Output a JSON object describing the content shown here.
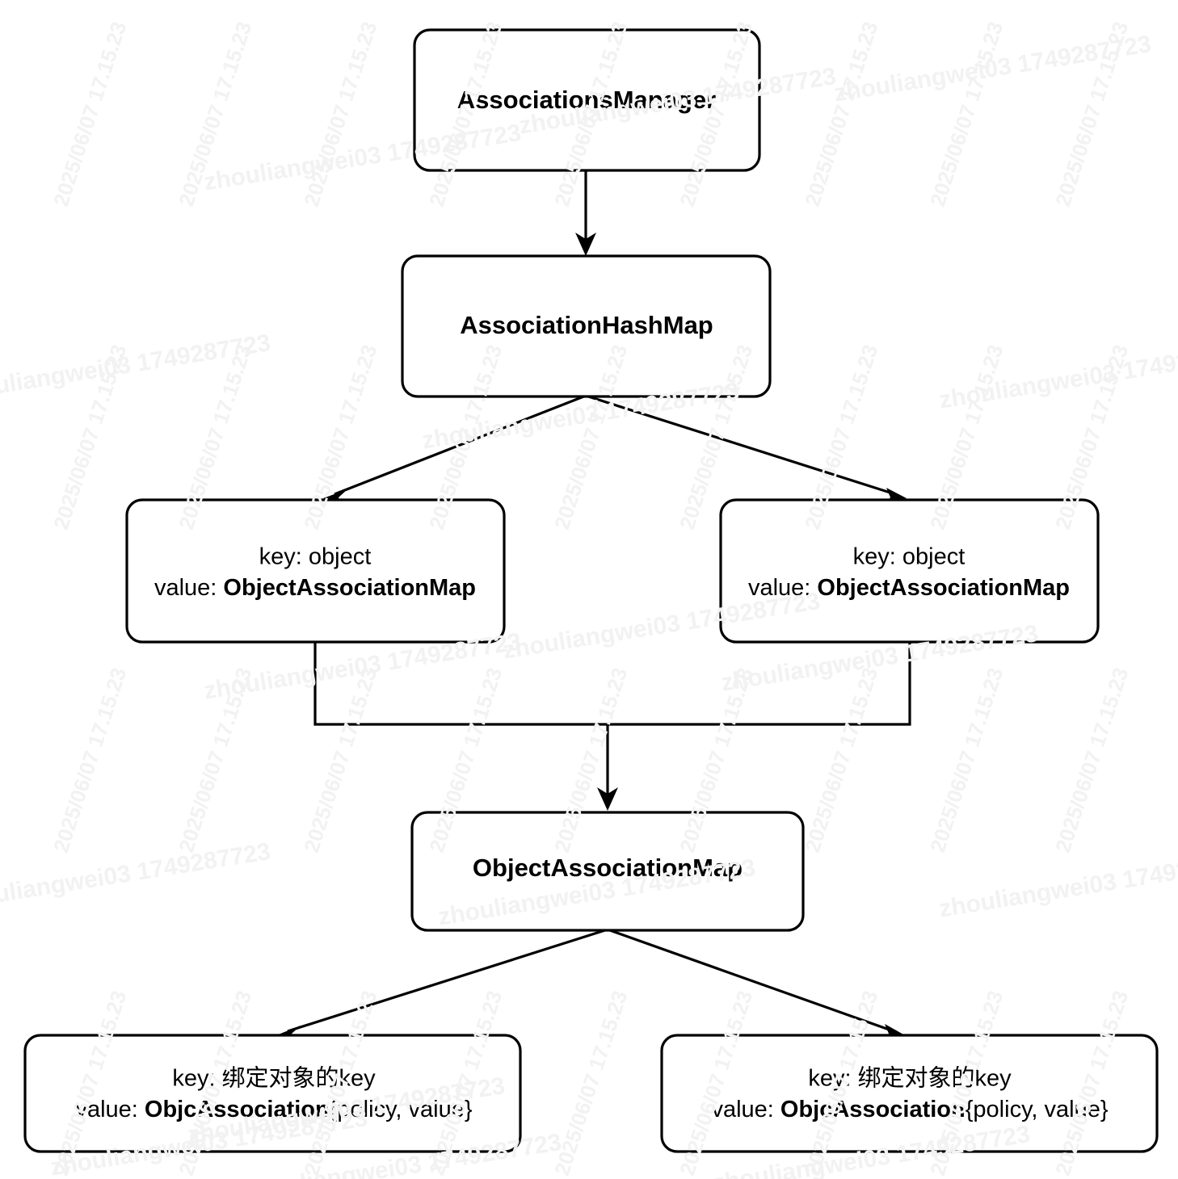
{
  "diagram": {
    "title": "AssociationsManager object association storage structure",
    "background_color": "#ffffff",
    "stroke_color": "#000000",
    "text_color": "#000000",
    "nodes": {
      "associations_manager": {
        "label": "AssociationsManager"
      },
      "association_hash_map": {
        "label": "AssociationHashMap"
      },
      "hash_entry_left": {
        "line1": "key: object",
        "line2_prefix": "value: ",
        "line2_strong": "ObjectAssociationMap"
      },
      "hash_entry_right": {
        "line1": "key: object",
        "line2_prefix": "value: ",
        "line2_strong": "ObjectAssociationMap"
      },
      "object_association_map": {
        "label": "ObjectAssociationMap"
      },
      "assoc_entry_left": {
        "line1": "key:  绑定对象的key",
        "line2_prefix": "value: ",
        "line2_strong": "ObjcAssociation",
        "line2_suffix": "{policy, value}"
      },
      "assoc_entry_right": {
        "line1": "key:  绑定对象的key",
        "line2_prefix": "value: ",
        "line2_strong": "ObjcAssociation",
        "line2_suffix": "{policy, value}"
      }
    },
    "watermark": {
      "text_a": "zhouliangwei03 1749287723",
      "text_b": "2025/06/07 17.15.23",
      "color": "#f2f2f2"
    }
  }
}
